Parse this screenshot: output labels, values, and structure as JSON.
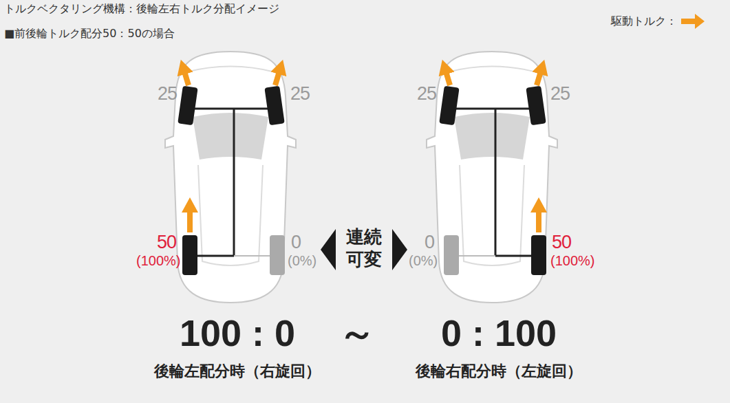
{
  "diagram": {
    "title": "トルクベクタリング機構：後輪左右トルク分配イメージ",
    "labels": [
      "■前後輪トルク配分50：50の場合",
      "25",
      "25",
      "50",
      "(100%)",
      "0",
      "(0%)",
      "連続 可変",
      "25",
      "25",
      "0",
      "(0%)",
      "50",
      "(100%)",
      "100 : 0",
      "～",
      "0 : 100",
      "後輪左配分時（右旋回）",
      "後輪右配分時（左旋回）"
    ],
    "legend": [
      {
        "text": "駆動トルク：",
        "color": "#f39a1e"
      }
    ]
  }
}
